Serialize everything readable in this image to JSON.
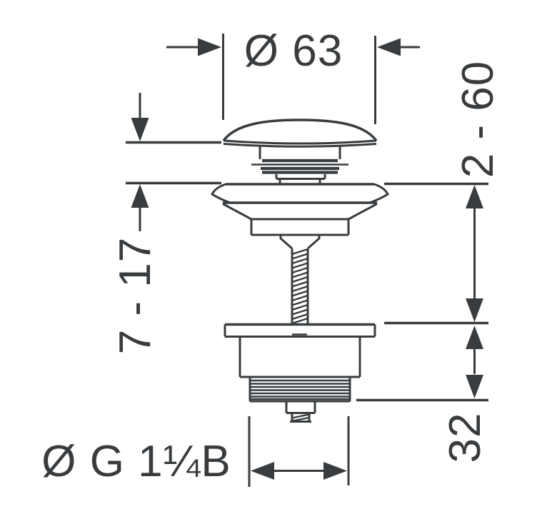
{
  "page": {
    "background": "#ffffff",
    "line_color": "#383c3f"
  },
  "dimensions": {
    "cap_diameter": "Ø 63",
    "installation_depth_range": "2 - 60",
    "cap_clearance_range": "7 - 17",
    "thread_length": "32",
    "thread_size": "Ø G 1¼B"
  }
}
